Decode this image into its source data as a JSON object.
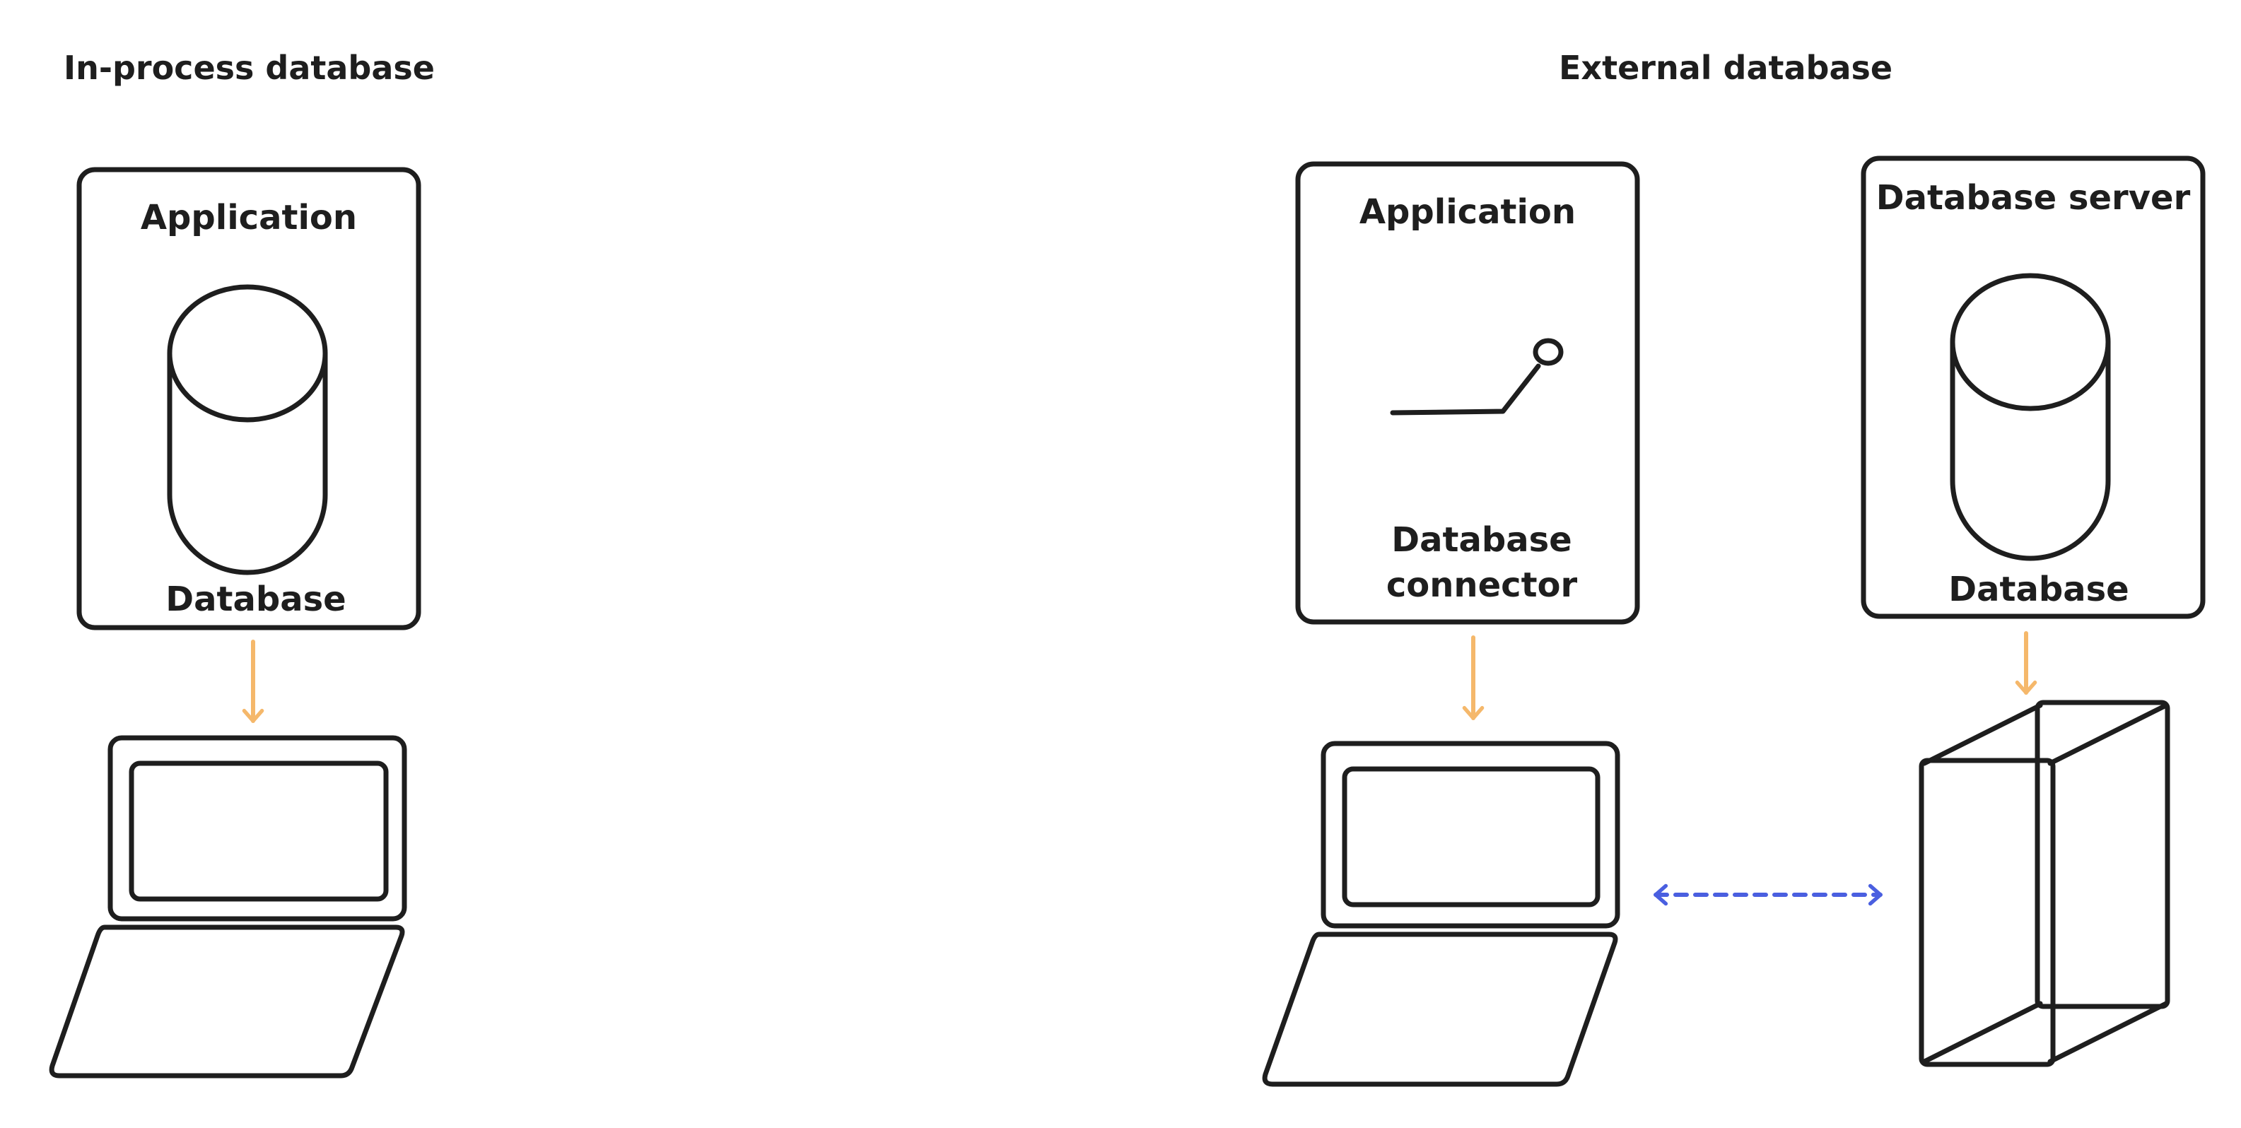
{
  "sections": {
    "left": {
      "title": "In-process database"
    },
    "right": {
      "title": "External database"
    }
  },
  "left_app": {
    "title": "Application",
    "db_label": "Database"
  },
  "right_app": {
    "title": "Application",
    "connector_line1": "Database",
    "connector_line2": "connector"
  },
  "db_server": {
    "title": "Database server",
    "db_label": "Database"
  },
  "colors": {
    "ink": "#1e1e1e",
    "deploy_arrow": "#f5b86b",
    "network_arrow": "#4a5fe0"
  },
  "icons": {
    "database": "cylinder-database-icon",
    "connector": "plug-connector-icon",
    "laptop": "laptop-icon",
    "server": "server-tower-icon"
  }
}
